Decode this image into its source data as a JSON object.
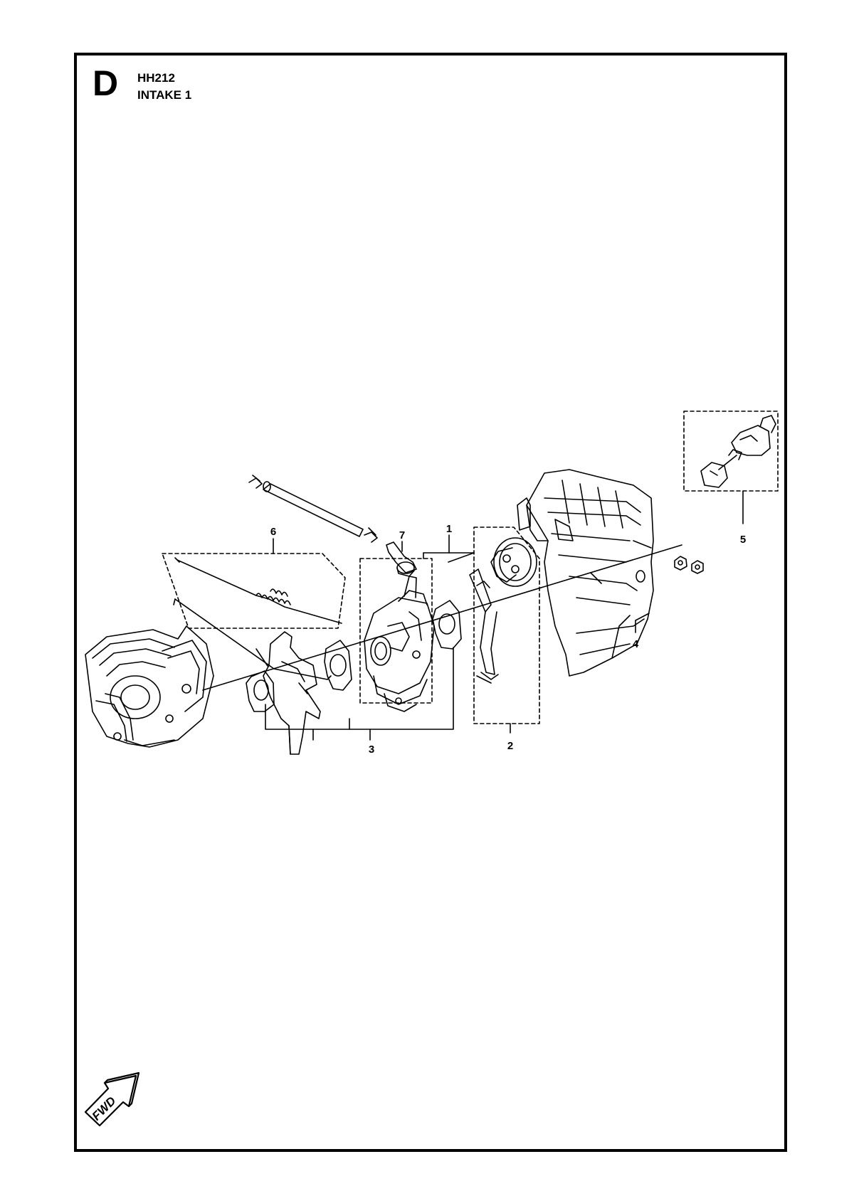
{
  "header": {
    "section_letter": "D",
    "model": "HH212",
    "title": "INTAKE 1"
  },
  "callouts": {
    "c1": "1",
    "c2": "2",
    "c3": "3",
    "c4": "4",
    "c5": "5",
    "c6": "6",
    "c7": "7"
  },
  "fwd_label": "FWD"
}
